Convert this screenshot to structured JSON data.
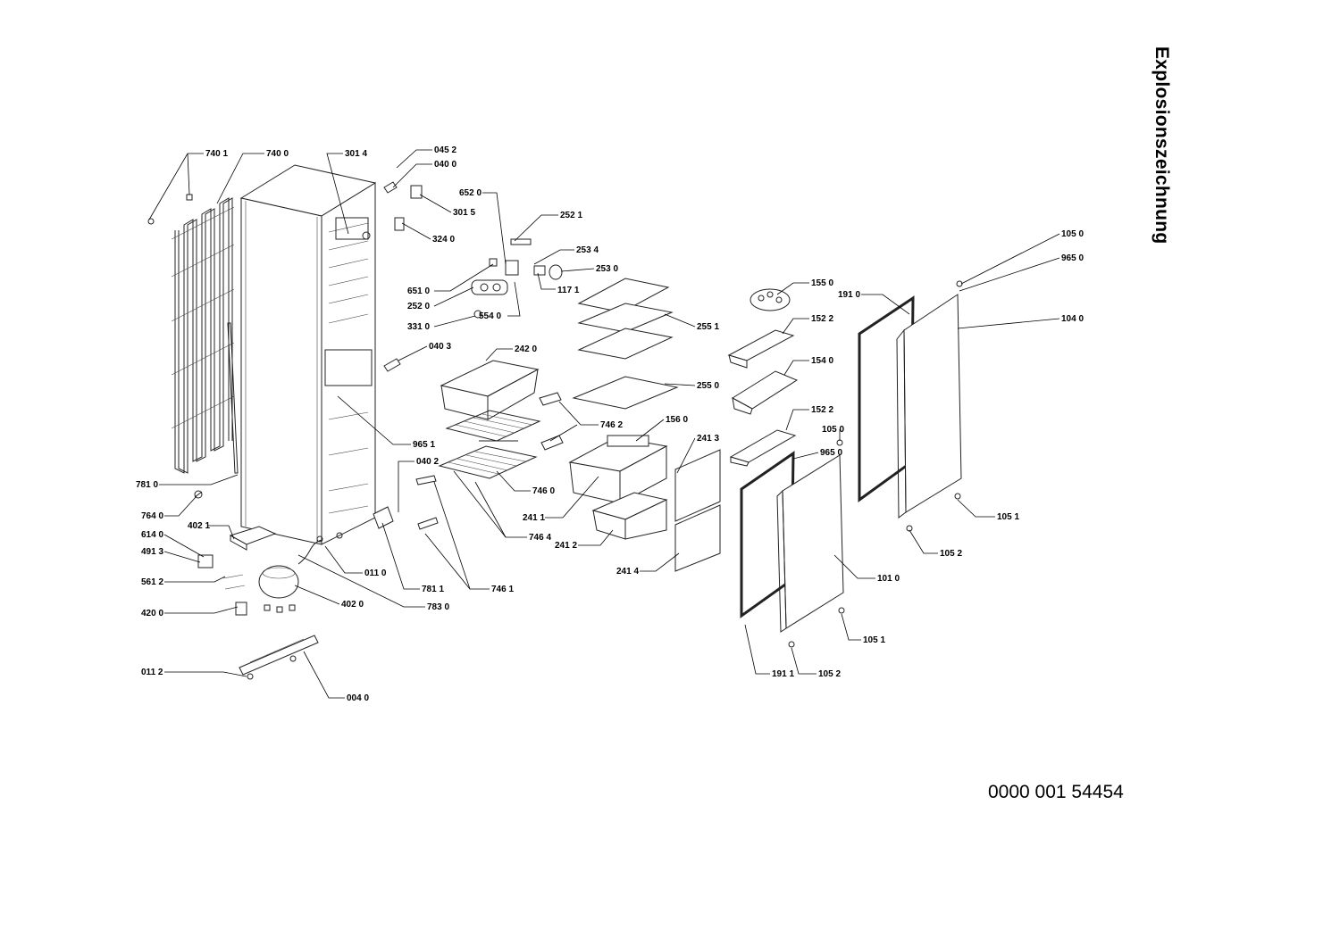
{
  "title": "Explosionszeichnung",
  "document_number": "0000 001 54454",
  "labels": {
    "l7401": "740 1",
    "l7400": "740 0",
    "l3014": "301 4",
    "l0452": "045 2",
    "l0400": "040 0",
    "l3015": "301 5",
    "l3240": "324 0",
    "l6520": "652 0",
    "l2521": "252 1",
    "l2534": "253 4",
    "l2530": "253 0",
    "l6510": "651 0",
    "l1171": "117 1",
    "l2520": "252 0",
    "l5540": "554 0",
    "l3310": "331 0",
    "l2551": "255 1",
    "l0403": "040 3",
    "l2420": "242 0",
    "l2550": "255 0",
    "l7462": "746 2",
    "l1560": "156 0",
    "l9651": "965 1",
    "l0402": "040 2",
    "l2413": "241 3",
    "l7460": "746 0",
    "l2411": "241 1",
    "l7810": "781 0",
    "l7640": "764 0",
    "l7464": "746 4",
    "l2412": "241 2",
    "l4021": "402 1",
    "l6140": "614 0",
    "l4913": "491 3",
    "l0110": "011 0",
    "l2414": "241 4",
    "l5612": "561 2",
    "l7811": "781 1",
    "l7461": "746 1",
    "l4020": "402 0",
    "l7830": "783 0",
    "l4200": "420 0",
    "l0112": "011 2",
    "l0040": "004 0",
    "l1050a": "105 0",
    "l9650a": "965 0",
    "l1550": "155 0",
    "l1910": "191 0",
    "l1040": "104 0",
    "l1522a": "152 2",
    "l1540": "154 0",
    "l1522b": "152 2",
    "l1050b": "105 0",
    "l9650b": "965 0",
    "l1051a": "105 1",
    "l1052a": "105 2",
    "l1010": "101 0",
    "l1051b": "105 1",
    "l1911": "191 1",
    "l1052b": "105 2"
  }
}
